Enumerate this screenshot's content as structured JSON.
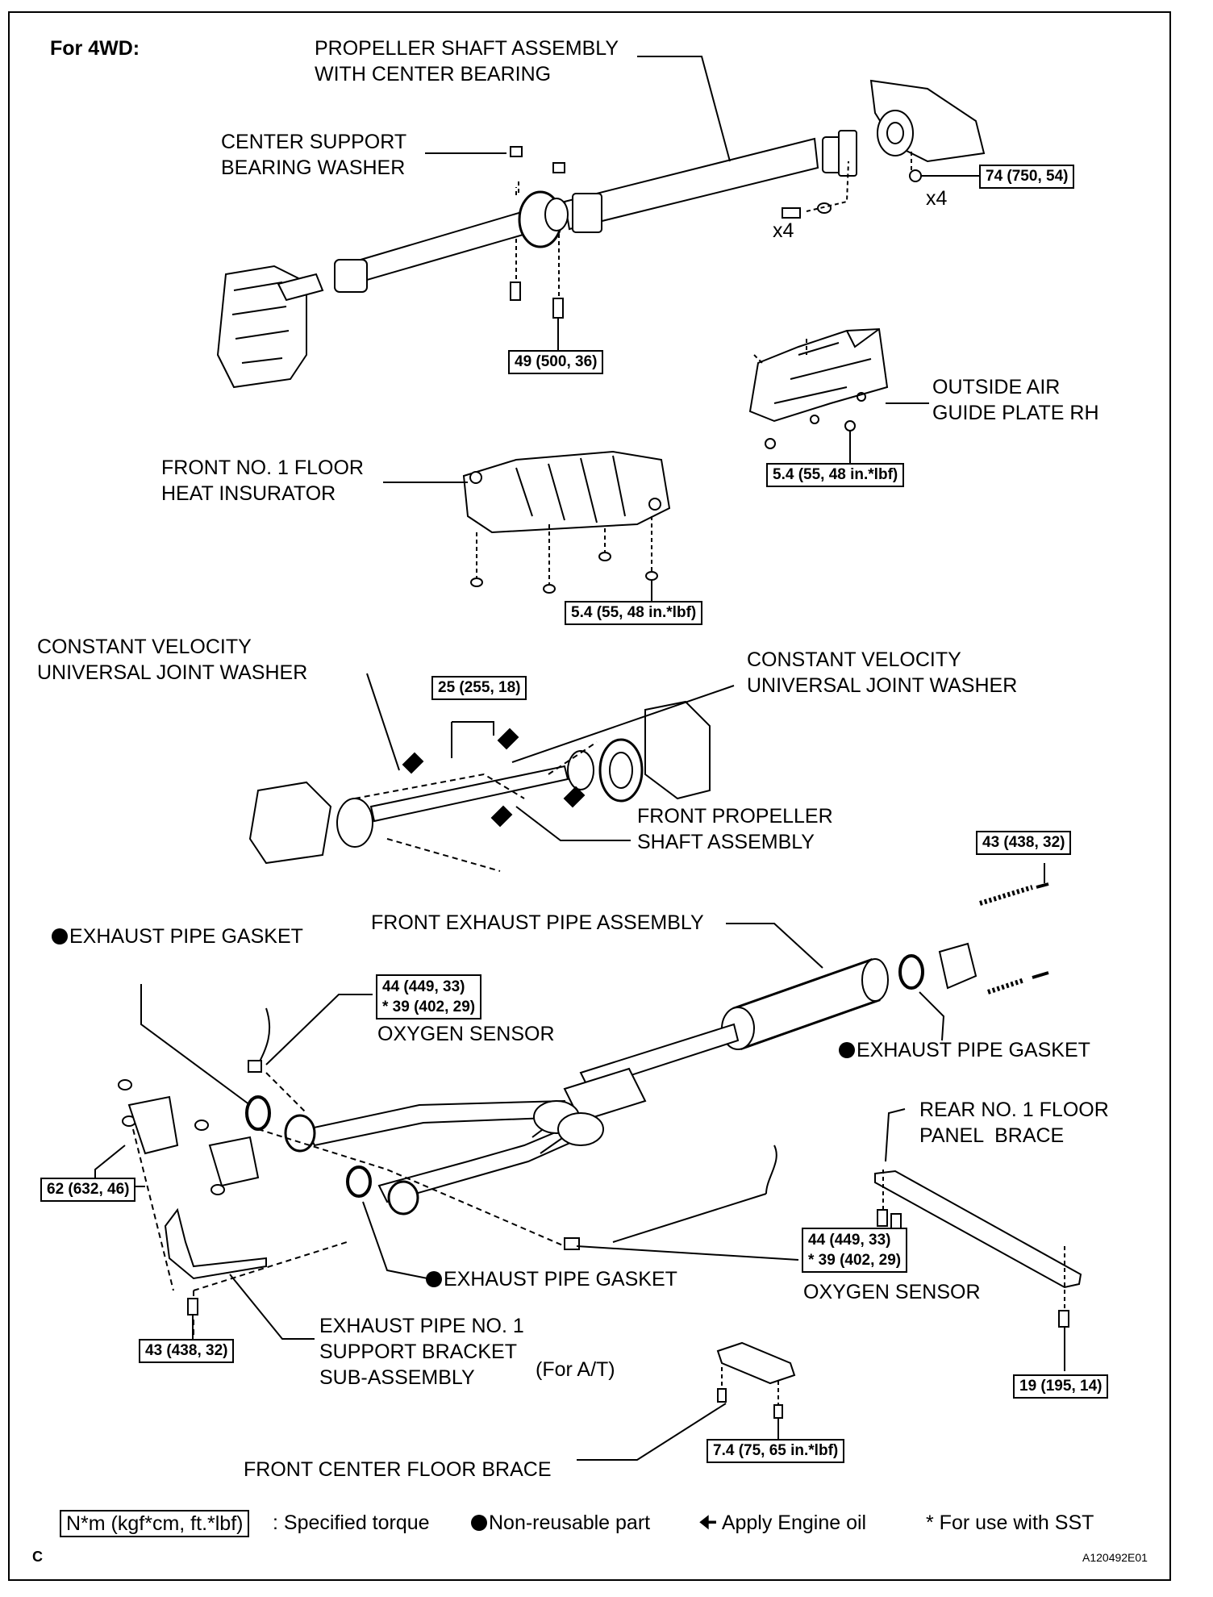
{
  "heading": "For 4WD:",
  "labels": {
    "prop_shaft": "PROPELLER SHAFT ASSEMBLY\nWITH CENTER BEARING",
    "center_washer": "CENTER SUPPORT\nBEARING WASHER",
    "outside_air": "OUTSIDE AIR\nGUIDE PLATE RH",
    "heat_insurator": "FRONT NO. 1 FLOOR\nHEAT INSURATOR",
    "cv_washer_left": "CONSTANT VELOCITY\nUNIVERSAL JOINT WASHER",
    "cv_washer_right": "CONSTANT VELOCITY\nUNIVERSAL JOINT WASHER",
    "front_prop": "FRONT PROPELLER\nSHAFT ASSEMBLY",
    "front_exhaust": "FRONT EXHAUST PIPE ASSEMBLY",
    "gasket_top_left": "EXHAUST PIPE GASKET",
    "gasket_right": "EXHAUST PIPE GASKET",
    "gasket_bottom": "EXHAUST PIPE GASKET",
    "oxygen_upper": "OXYGEN SENSOR",
    "oxygen_lower": "OXYGEN SENSOR",
    "rear_brace": "REAR NO. 1 FLOOR\nPANEL  BRACE",
    "support_bracket": "EXHAUST PIPE NO. 1\nSUPPORT BRACKET\nSUB-ASSEMBLY",
    "for_at": "(For A/T)",
    "center_floor_brace": "FRONT CENTER FLOOR BRACE",
    "x4_a": "x4",
    "x4_b": "x4"
  },
  "torques": {
    "t74": "74 (750, 54)",
    "t49": "49 (500, 36)",
    "t54a": "5.4 (55, 48 in.*lbf)",
    "t54b": "5.4 (55, 48 in.*lbf)",
    "t25": "25 (255, 18)",
    "t43a": "43 (438, 32)",
    "t44a": "44 (449, 33)\n* 39 (402, 29)",
    "t44b": "44 (449, 33)\n* 39 (402, 29)",
    "t62": "62 (632, 46)",
    "t43b": "43 (438, 32)",
    "t19": "19 (195, 14)",
    "t74b": "7.4 (75, 65 in.*lbf)"
  },
  "legend": {
    "unit_box": "N*m (kgf*cm, ft.*lbf)",
    "specified": ": Specified torque",
    "non_reusable": "Non-reusable part",
    "apply_oil": "Apply Engine oil",
    "sst": "* For use with SST"
  },
  "corner_letter": "C",
  "figure_id": "A120492E01"
}
